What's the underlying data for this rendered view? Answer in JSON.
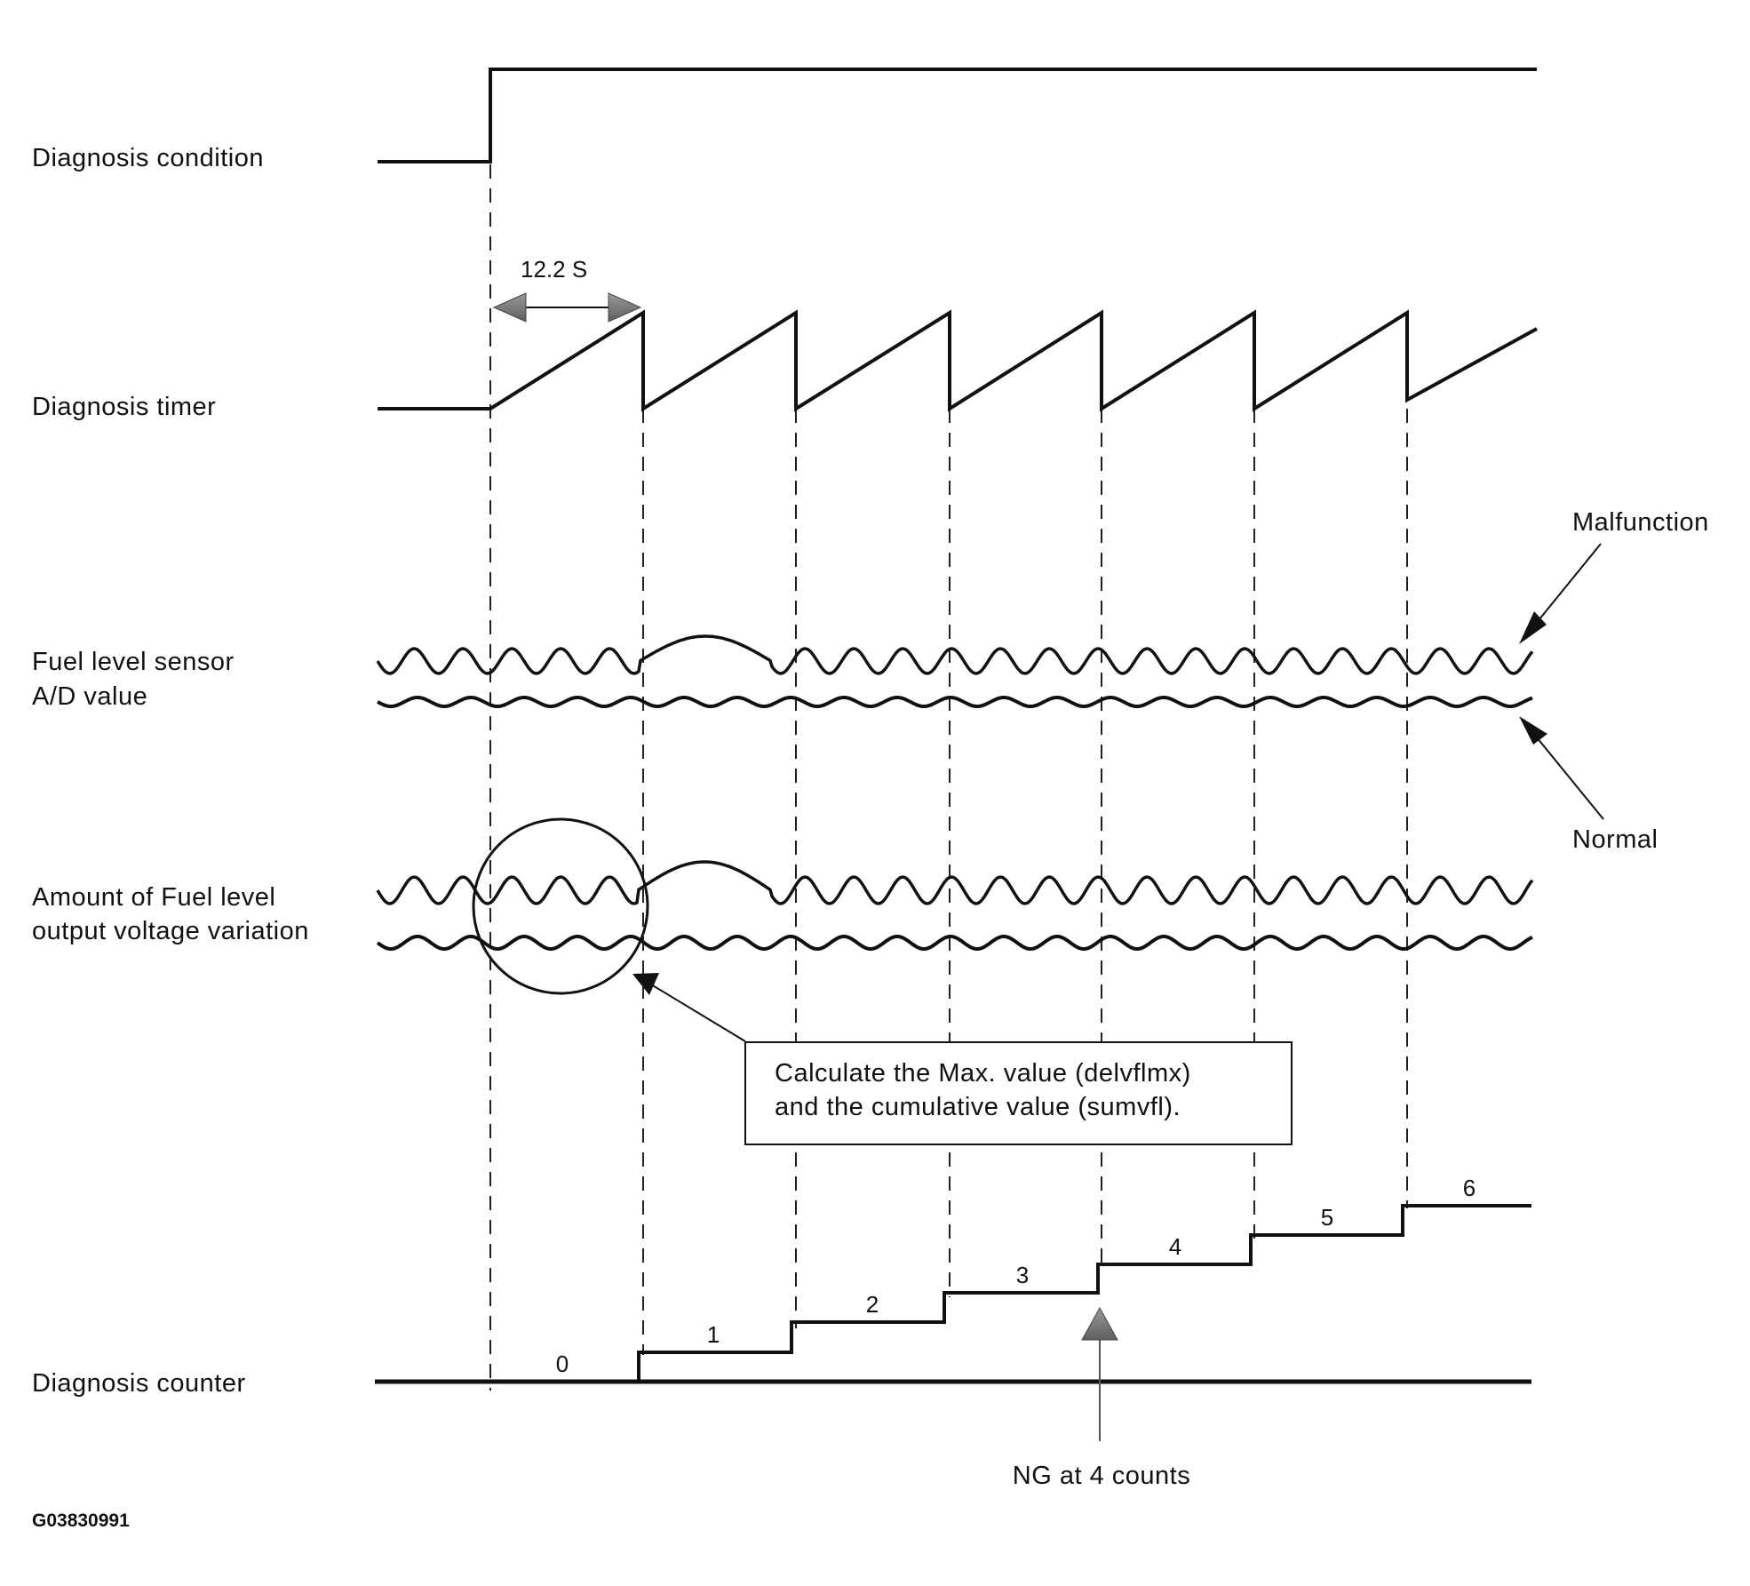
{
  "rows": {
    "diagnosis_condition": "Diagnosis condition",
    "diagnosis_timer": "Diagnosis timer",
    "fuel_sensor_line1": "Fuel level sensor",
    "fuel_sensor_line2": "A/D value",
    "variation_line1": "Amount of Fuel level",
    "variation_line2": "output voltage variation",
    "diagnosis_counter": "Diagnosis counter"
  },
  "timer_period": "12.2 S",
  "legend": {
    "malfunction": "Malfunction",
    "normal": "Normal"
  },
  "callout": {
    "line1": "Calculate the Max. value (delvflmx)",
    "line2": "and the cumulative value (sumvfl)."
  },
  "counter_values": [
    "0",
    "1",
    "2",
    "3",
    "4",
    "5",
    "6"
  ],
  "ng_note": "NG at 4 counts",
  "figure_code": "G03830991",
  "colors": {
    "line": "#111111",
    "arrow_gray": "#7a7a7a"
  }
}
